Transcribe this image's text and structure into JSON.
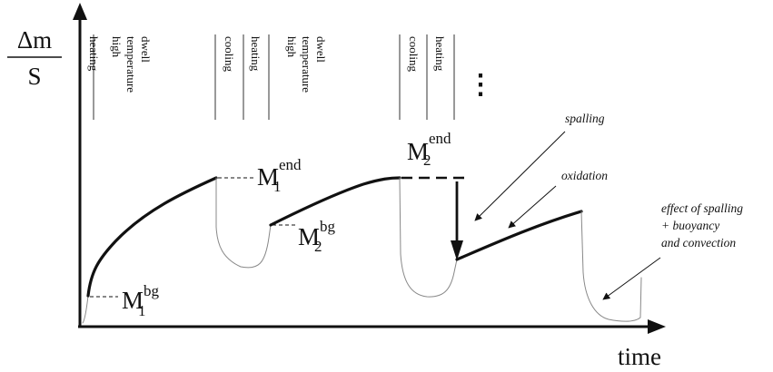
{
  "y_label": {
    "numerator": "Δm",
    "denominator": "S"
  },
  "x_label": "time",
  "phases": [
    {
      "label": "heating",
      "lines": [
        "heating"
      ]
    },
    {
      "label": "high temperature dwell",
      "lines": [
        "high",
        "temperature",
        "dwell"
      ]
    },
    {
      "label": "cooling",
      "lines": [
        "cooling"
      ]
    },
    {
      "label": "heating",
      "lines": [
        "heating"
      ]
    },
    {
      "label": "high temperature dwell",
      "lines": [
        "high",
        "temperature",
        "dwell"
      ]
    },
    {
      "label": "cooling",
      "lines": [
        "cooling"
      ]
    },
    {
      "label": "heating",
      "lines": [
        "heating"
      ]
    }
  ],
  "ellipsis": "⋮",
  "markers": {
    "m1_bg": {
      "base": "M",
      "sub": "1",
      "sup": "bg"
    },
    "m1_end": {
      "base": "M",
      "sub": "1",
      "sup": "end"
    },
    "m2_bg": {
      "base": "M",
      "sub": "2",
      "sup": "bg"
    },
    "m2_end": {
      "base": "M",
      "sub": "2",
      "sup": "end"
    }
  },
  "annotations": {
    "spalling": "spalling",
    "oxidation": "oxidation",
    "effect": [
      "effect of spalling",
      "+ buoyancy",
      "and convection"
    ]
  }
}
